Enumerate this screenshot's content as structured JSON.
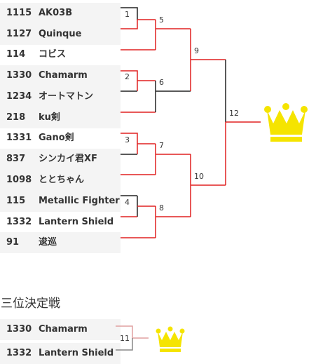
{
  "bracket": {
    "entries": [
      {
        "id": "1115",
        "name": "AK03B"
      },
      {
        "id": "1127",
        "name": "Quinque"
      },
      {
        "id": "114",
        "name": "コビス"
      },
      {
        "id": "1330",
        "name": "Chamarm"
      },
      {
        "id": "1234",
        "name": "オートマトン"
      },
      {
        "id": "218",
        "name": "ku剣"
      },
      {
        "id": "1331",
        "name": "Gano剣"
      },
      {
        "id": "837",
        "name": "シンカイ君XF"
      },
      {
        "id": "1098",
        "name": "ととちゃん"
      },
      {
        "id": "115",
        "name": "Metallic Fighter"
      },
      {
        "id": "1332",
        "name": "Lantern Shield"
      },
      {
        "id": "91",
        "name": "逡巡"
      }
    ],
    "match_labels": [
      "1",
      "2",
      "3",
      "4",
      "5",
      "6",
      "7",
      "8",
      "9",
      "10",
      "12"
    ],
    "accent_color": "#e02020",
    "crown_color": "#f5e400"
  },
  "third_place": {
    "title": "三位決定戦",
    "entries": [
      {
        "id": "1330",
        "name": "Chamarm"
      },
      {
        "id": "1332",
        "name": "Lantern Shield"
      }
    ],
    "match_label": "11"
  }
}
